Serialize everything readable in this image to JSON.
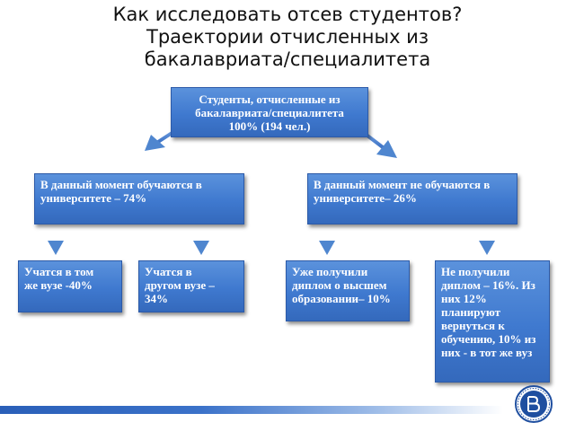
{
  "title": {
    "line1": "Как исследовать отсев студентов?",
    "line2": "Траектории отчисленных из",
    "line3": "бакалавриата/специалитета"
  },
  "root": {
    "line1": "Студенты, отчисленные из",
    "line2": "бакалавриата/специалитета",
    "line3": "100% (194 чел.)"
  },
  "left": {
    "line1": "В данный момент обучаются в",
    "line2": "университете – 74%"
  },
  "right": {
    "line1": "В данный момент не обучаются в",
    "line2": "университете– 26%"
  },
  "leaf1": {
    "line1": "Учатся в том",
    "line2": "же вузе -40%"
  },
  "leaf2": {
    "line1": "Учатся в",
    "line2": "другом вузе –",
    "line3": "34%"
  },
  "leaf3": {
    "line1": "Уже получили",
    "line2": "диплом о высшем",
    "line3": "образовании– 10%"
  },
  "leaf4": {
    "line1": "Не получили",
    "line2": "диплом – 16%. Из",
    "line3": "них 12%",
    "line4": "планируют",
    "line5": "вернуться к",
    "line6": "обучению, 10% из",
    "line7": "них - в тот же вуз"
  },
  "colors": {
    "box": "#4a82d4",
    "box_border": "#2c5aa8",
    "arrow": "#4f86cf"
  },
  "icons": {
    "logo": "university-emblem"
  }
}
